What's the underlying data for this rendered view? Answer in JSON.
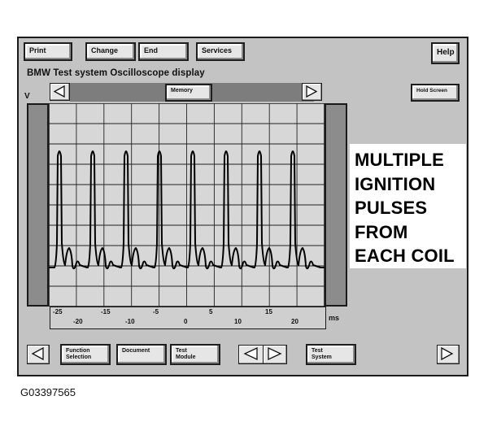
{
  "toolbar": {
    "print": "Print",
    "change": "Change",
    "end": "End",
    "services": "Services",
    "help": "Help"
  },
  "header": {
    "title": "BMW  Test system  Oscilloscope display",
    "memory": "Memory",
    "hold_screen": "Hold Screen",
    "v_label": "V"
  },
  "axis": {
    "upper_ticks": [
      "-25",
      "-15",
      "-5",
      "5",
      "15"
    ],
    "lower_ticks": [
      "-20",
      "-10",
      "0",
      "10",
      "20"
    ],
    "unit": "ms"
  },
  "bottom_bar": {
    "function_selection": [
      "Function",
      "Selection"
    ],
    "document": "Document",
    "test_module": [
      "Test",
      "Module"
    ],
    "test_system": [
      "Test",
      "System"
    ]
  },
  "annotation": {
    "lines": [
      "MULTIPLE",
      "IGNITION",
      "PULSES",
      "FROM",
      "EACH COIL"
    ]
  },
  "caption": "G03397565",
  "chart_data": {
    "type": "line",
    "grid": true,
    "pulse_count": 8,
    "x_range_ms": [
      -25,
      25
    ],
    "series": [
      {
        "values": []
      }
    ]
  }
}
